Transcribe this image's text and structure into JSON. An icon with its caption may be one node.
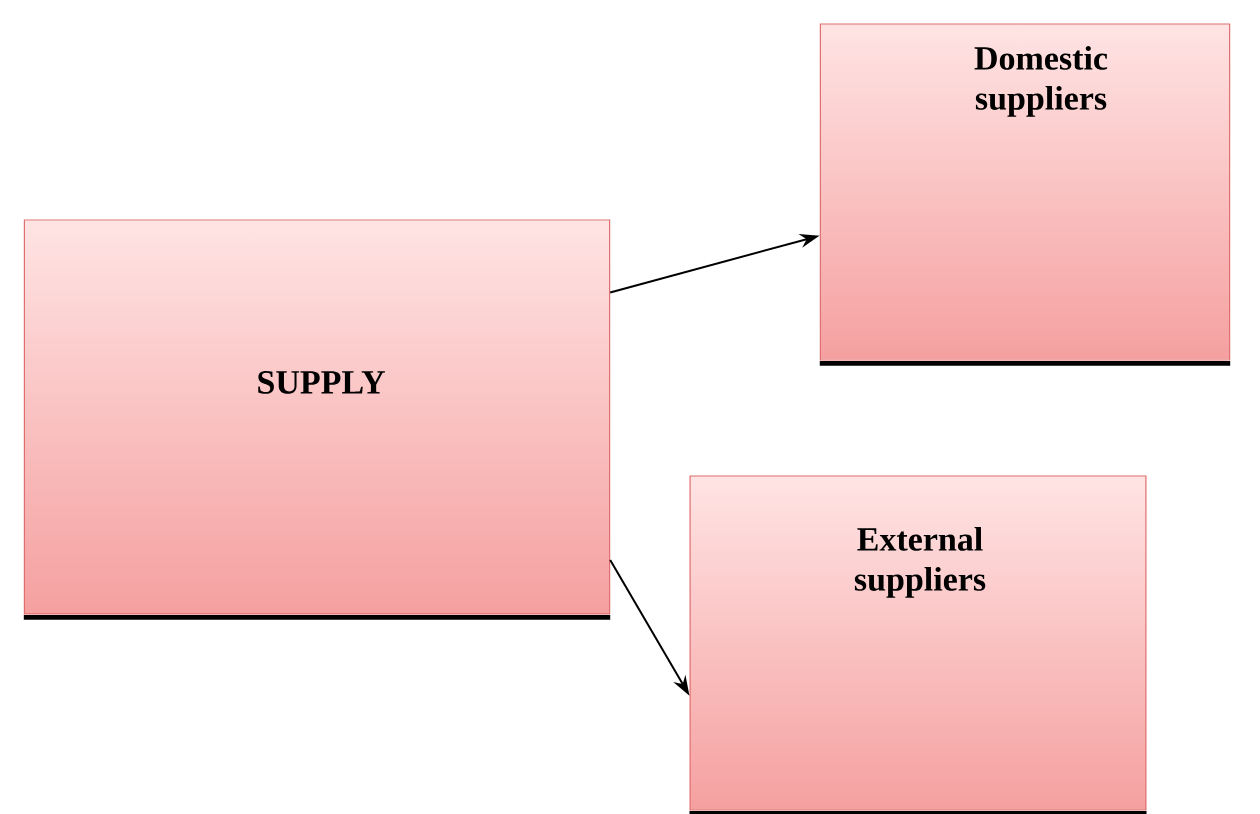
{
  "diagram": {
    "nodes": [
      {
        "text": [
          "SUPPLY"
        ]
      },
      {
        "text": [
          "Domestic suppliers"
        ]
      },
      {
        "text": [
          "External suppliers"
        ]
      }
    ],
    "edges": [
      {
        "from": 0,
        "to": 1,
        "arrow": "to"
      },
      {
        "from": 0,
        "to": 2,
        "arrow": "to"
      }
    ]
  }
}
